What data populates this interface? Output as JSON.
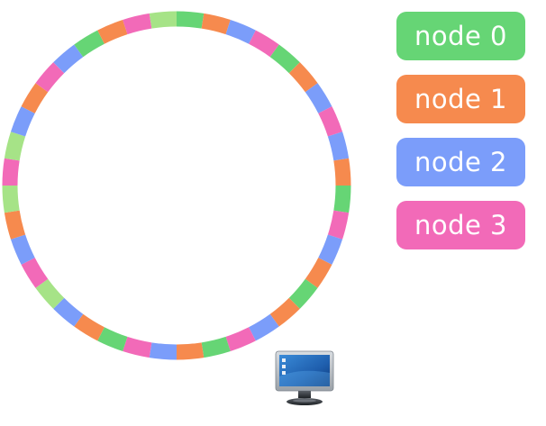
{
  "nodes": [
    {
      "label": "node 0",
      "color": "#66d575"
    },
    {
      "label": "node 1",
      "color": "#f68a4e"
    },
    {
      "label": "node 2",
      "color": "#7b9dfa"
    },
    {
      "label": "node 3",
      "color": "#f26ab8"
    }
  ],
  "ring": {
    "segment_count": 40,
    "segment_sequence": [
      0,
      1,
      2,
      3,
      0,
      1,
      2,
      3,
      2,
      1,
      0,
      3,
      2,
      1,
      0,
      1,
      2,
      3,
      0,
      1,
      2,
      3,
      0,
      1,
      2,
      0,
      3,
      2,
      1,
      0,
      3,
      0,
      2,
      1,
      3,
      2,
      0,
      1,
      3,
      0
    ],
    "ring_color_light": "#a6e387"
  },
  "client": {
    "icon": "computer-monitor-icon"
  }
}
